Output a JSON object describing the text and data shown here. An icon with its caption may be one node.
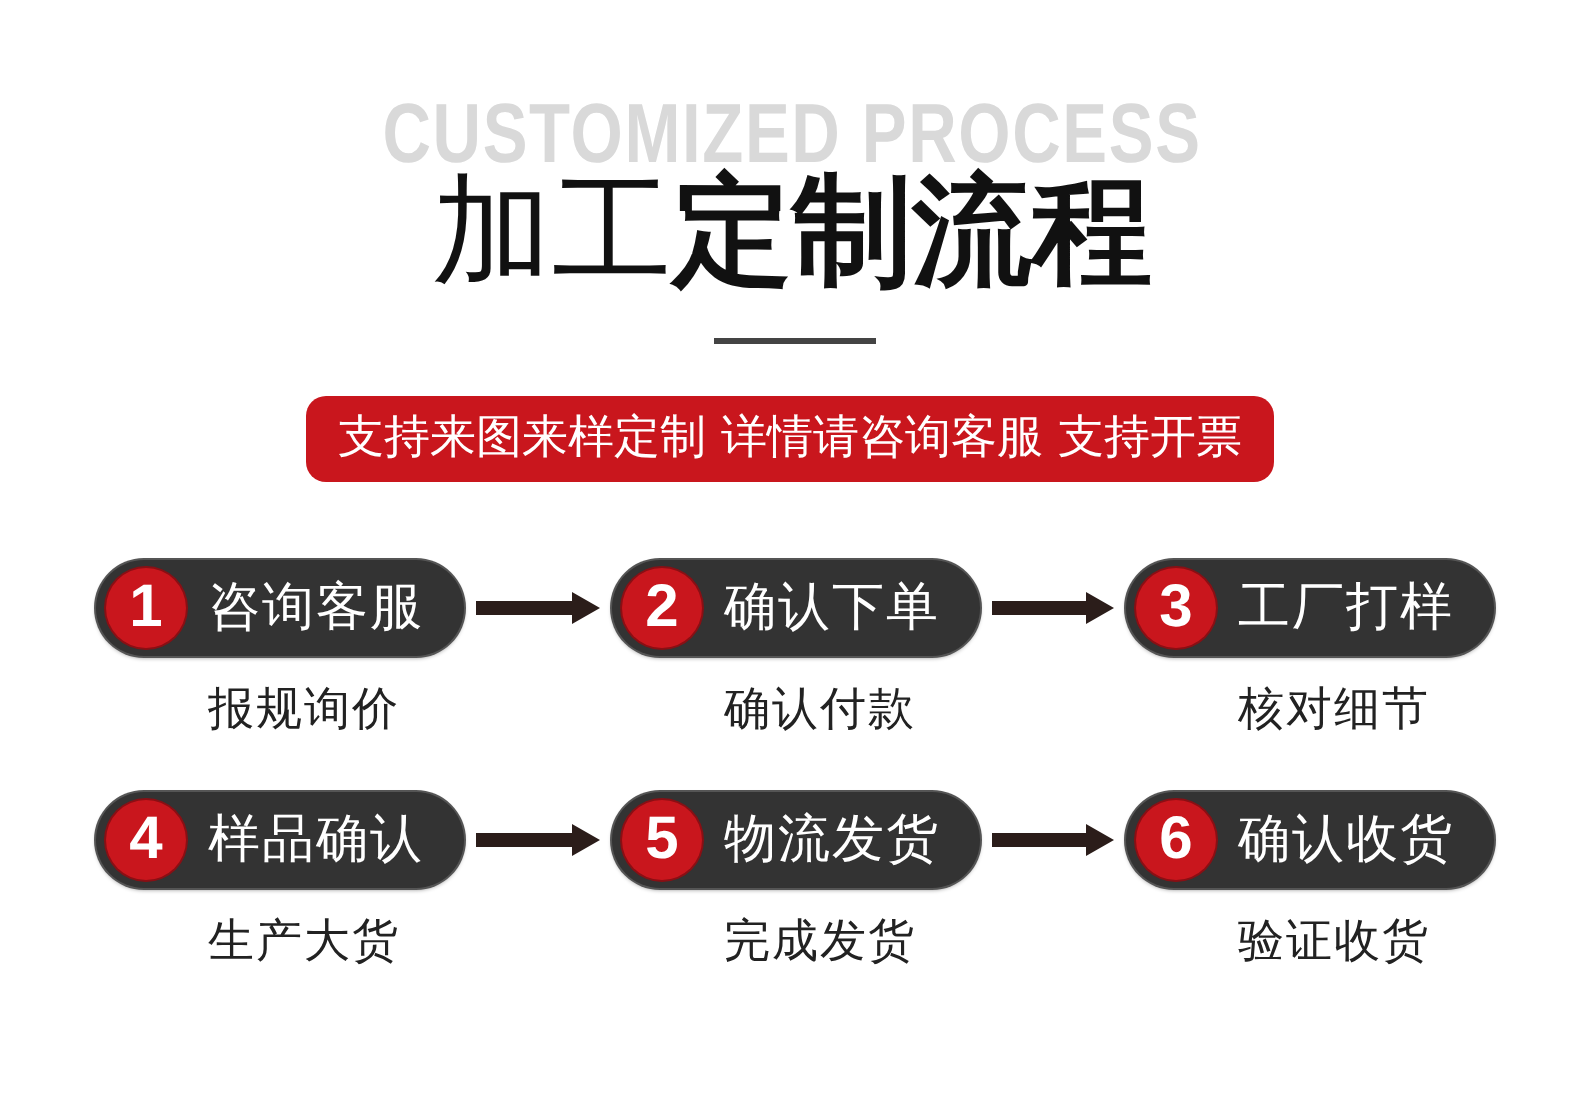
{
  "diagram": {
    "title": "加工**定制流程**",
    "nodes": [
      {
        "text": [
          "支持来图来样定制 详情请咨询客服 支持开票"
        ]
      },
      {
        "text": [
          "咨询客服"
        ],
        "beside": [
          "报规询价"
        ]
      },
      {
        "text": [
          "1"
        ],
        "in": 1
      },
      {
        "text": [
          "确认下单"
        ],
        "beside": [
          "确认付款"
        ]
      },
      {
        "text": [
          "2"
        ],
        "in": 3
      },
      {
        "text": [
          "工厂打样"
        ],
        "beside": [
          "核对细节"
        ]
      },
      {
        "text": [
          "3"
        ],
        "in": 5
      },
      {
        "text": [
          "样品确认"
        ],
        "beside": [
          "生产大货"
        ]
      },
      {
        "text": [
          "4"
        ],
        "in": 7
      },
      {
        "text": [
          "物流发货"
        ],
        "beside": [
          "完成发货"
        ]
      },
      {
        "text": [
          "5"
        ],
        "in": 9
      },
      {
        "text": [
          "确认收货"
        ],
        "beside": [
          "验证收货"
        ]
      },
      {
        "text": [
          "6"
        ],
        "in": 11
      }
    ],
    "edges": [
      {
        "from": 1,
        "to": 3,
        "arrow": "to"
      },
      {
        "from": 3,
        "to": 5,
        "arrow": "to"
      },
      {
        "from": 7,
        "to": 9,
        "arrow": "to"
      },
      {
        "from": 9,
        "to": 11,
        "arrow": "to"
      }
    ],
    "labels": [
      "CUSTOMIZED PROCESS"
    ]
  }
}
